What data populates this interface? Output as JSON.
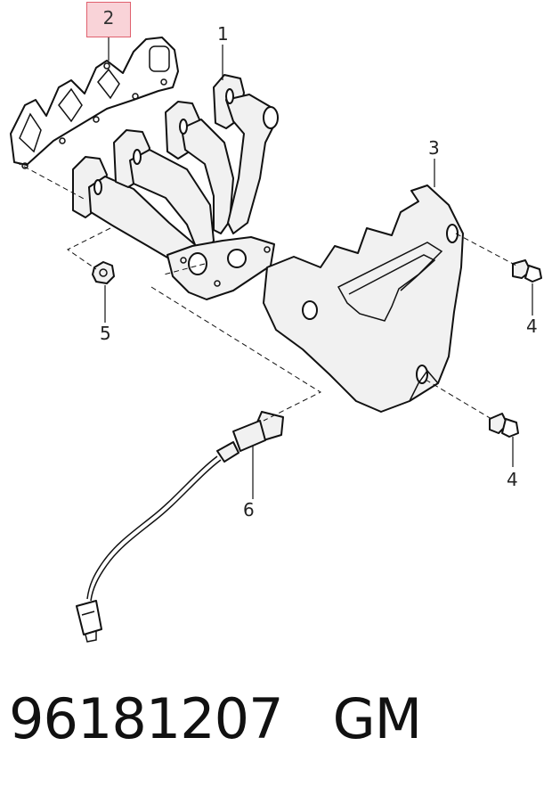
{
  "callouts": {
    "c1": "1",
    "c2": "2",
    "c3": "3",
    "c4a": "4",
    "c4b": "4",
    "c5": "5",
    "c6": "6"
  },
  "caption": {
    "part_number": "96181207",
    "brand": "GM"
  },
  "colors": {
    "highlight_fill": "#f9d3d8",
    "highlight_border": "#e0606e"
  }
}
